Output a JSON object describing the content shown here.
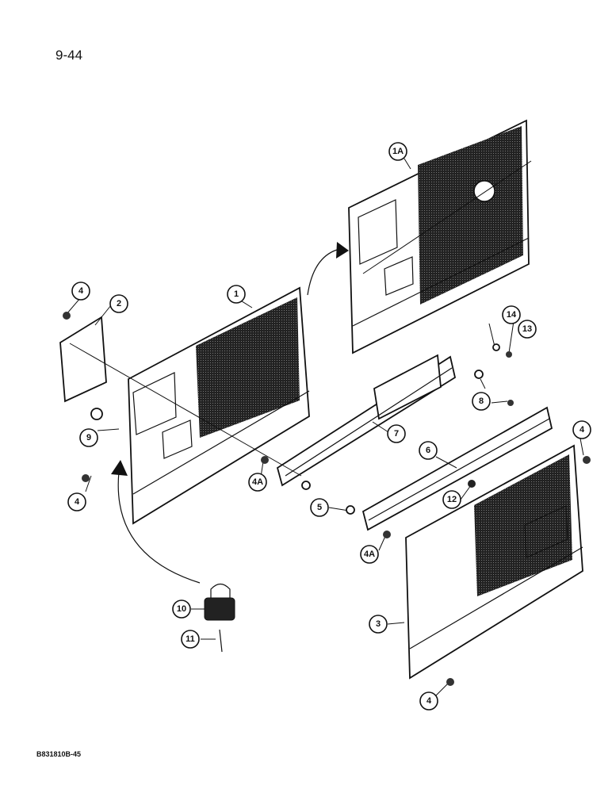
{
  "page": {
    "page_number": "9-44",
    "figure_code": "B831810B-45"
  },
  "callouts": [
    {
      "id": "c4a",
      "label": "4"
    },
    {
      "id": "c2",
      "label": "2"
    },
    {
      "id": "c1",
      "label": "1"
    },
    {
      "id": "c1a",
      "label": "1A"
    },
    {
      "id": "c14",
      "label": "14"
    },
    {
      "id": "c13",
      "label": "13"
    },
    {
      "id": "c8",
      "label": "8"
    },
    {
      "id": "c7",
      "label": "7"
    },
    {
      "id": "c9",
      "label": "9"
    },
    {
      "id": "c4b",
      "label": "4"
    },
    {
      "id": "c4A1",
      "label": "4A"
    },
    {
      "id": "c5",
      "label": "5"
    },
    {
      "id": "c6",
      "label": "6"
    },
    {
      "id": "c12",
      "label": "12"
    },
    {
      "id": "c4A2",
      "label": "4A"
    },
    {
      "id": "c4c",
      "label": "4"
    },
    {
      "id": "c10",
      "label": "10"
    },
    {
      "id": "c11",
      "label": "11"
    },
    {
      "id": "c3",
      "label": "3"
    },
    {
      "id": "c4d",
      "label": "4"
    }
  ]
}
